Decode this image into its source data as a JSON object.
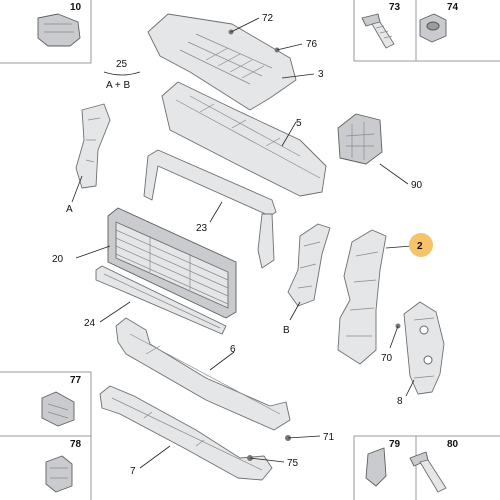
{
  "diagram": {
    "accent_color": "#f5c46a",
    "inset_boxes": [
      {
        "id": "box-10",
        "label": "10"
      },
      {
        "id": "box-73",
        "label": "73"
      },
      {
        "id": "box-74",
        "label": "74"
      },
      {
        "id": "box-77",
        "label": "77"
      },
      {
        "id": "box-78",
        "label": "78"
      },
      {
        "id": "box-79",
        "label": "79"
      },
      {
        "id": "box-80",
        "label": "80"
      }
    ],
    "callouts": {
      "p72": "72",
      "p76": "76",
      "p3": "3",
      "p25": "25",
      "p25sub": "A + B",
      "p5": "5",
      "p90": "90",
      "pA": "A",
      "p23": "23",
      "p2": "2",
      "p20": "20",
      "p24": "24",
      "pB": "B",
      "p70": "70",
      "p6": "6",
      "p8": "8",
      "p71": "71",
      "p7": "7",
      "p75": "75"
    },
    "highlighted": "2"
  }
}
